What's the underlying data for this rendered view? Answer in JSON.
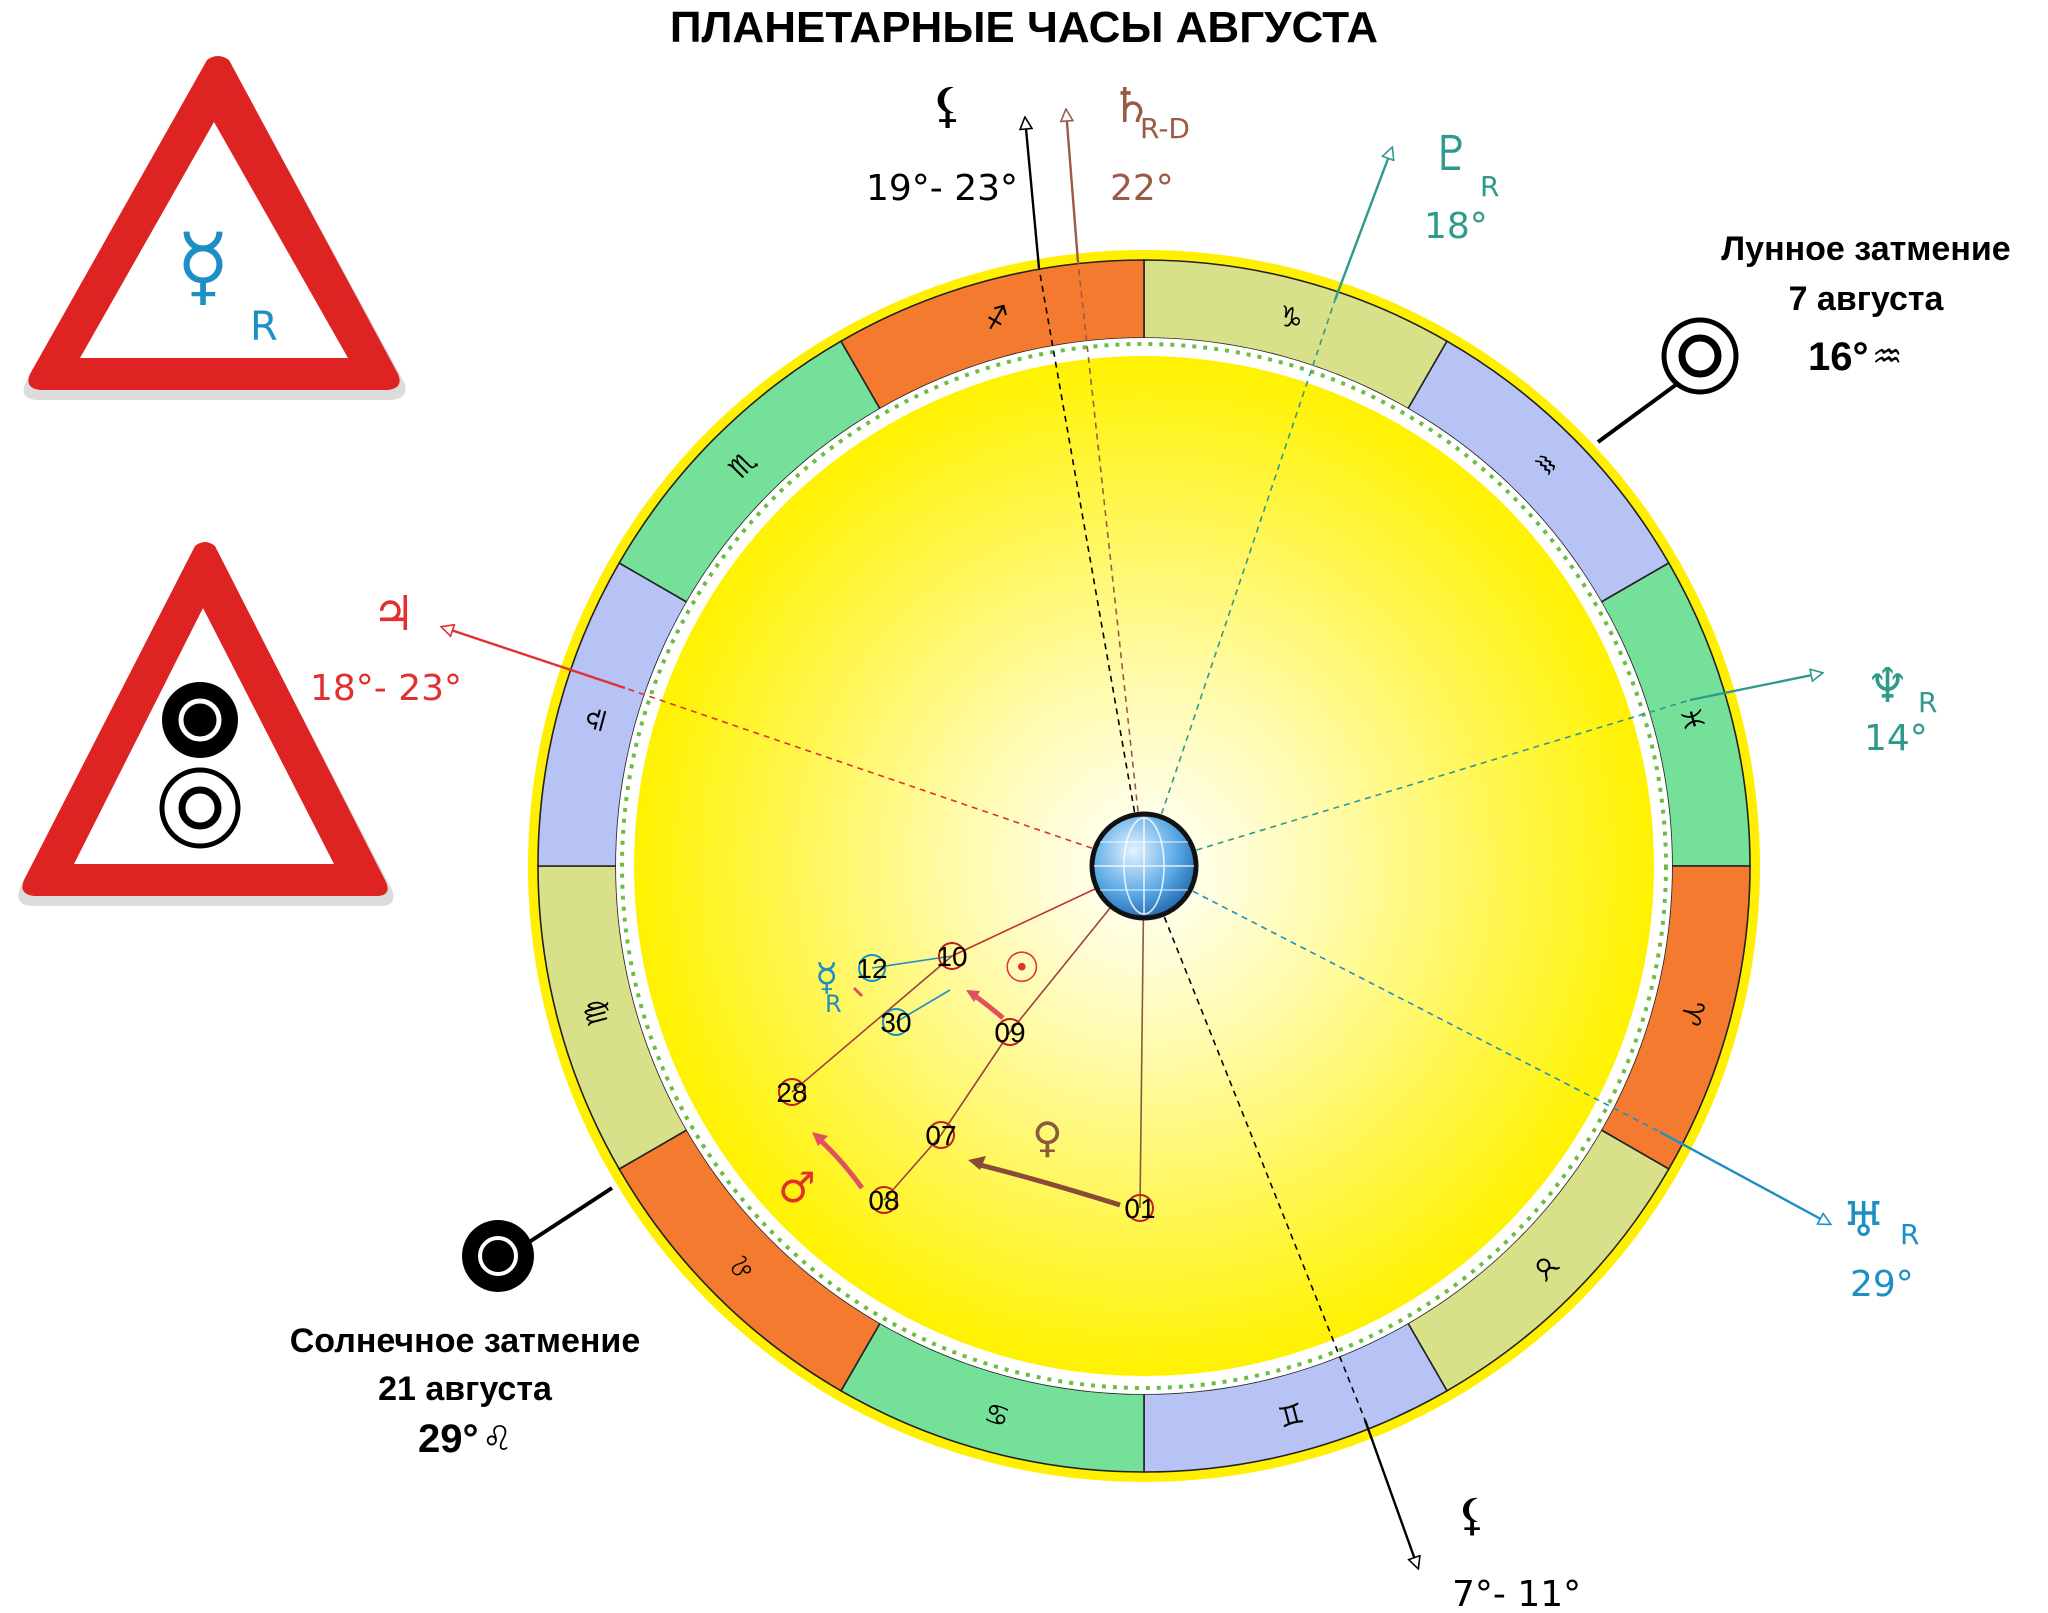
{
  "title": "ПЛАНЕТАРНЫЕ ЧАСЫ АВГУСТА",
  "colors": {
    "outer_ring": "#ffef00",
    "orange": "#f47a30",
    "green": "#74e09a",
    "olive": "#d9e08a",
    "blue": "#b7c3f5",
    "red_sign": "#e02626",
    "jupiter": "#e03030",
    "saturn": "#9a5a44",
    "pluto": "#2e9a8c",
    "neptune": "#2e9a8c",
    "uranus": "#1e8fc4",
    "mercury": "#1e8fc4",
    "mars": "#e03030",
    "venus": "#8a5a3a"
  },
  "zodiac": [
    "♑",
    "♒",
    "♓",
    "♈",
    "♉",
    "♊",
    "♋",
    "♌",
    "♍",
    "♎",
    "♏",
    "♐"
  ],
  "planets": {
    "lilith": {
      "glyph": "⚸",
      "degrees": "19°- 23°"
    },
    "saturn": {
      "glyph": "♄",
      "sub": "R-D",
      "degrees": "22°"
    },
    "pluto": {
      "glyph": "♇",
      "sub": "R",
      "degrees": "18°"
    },
    "neptune": {
      "glyph": "♆",
      "sub": "R",
      "degrees": "14°"
    },
    "uranus": {
      "glyph": "♅",
      "sub": "R",
      "degrees": "29°"
    },
    "jupiter": {
      "glyph": "♃",
      "degrees": "18°- 23°"
    },
    "lilith_south": {
      "glyph": "⚸",
      "degrees": "7°- 11°"
    }
  },
  "lunar_eclipse": {
    "line1": "Лунное затмение",
    "line2": "7 августа",
    "degree": "16°",
    "sign": "♒"
  },
  "solar_eclipse": {
    "line1": "Солнечное затмение",
    "line2": "21 августа",
    "degree": "29°",
    "sign": "♌"
  },
  "warning_mercury": {
    "glyph": "☿",
    "sub": "R"
  },
  "inner": {
    "mercury": {
      "glyph": "☿",
      "sub": "R"
    },
    "sun": {
      "glyph": "☉"
    },
    "mars": {
      "glyph": "♂"
    },
    "venus": {
      "glyph": "♀"
    },
    "dates": [
      "10",
      "12",
      "30",
      "09",
      "28",
      "07",
      "08",
      "01"
    ]
  }
}
